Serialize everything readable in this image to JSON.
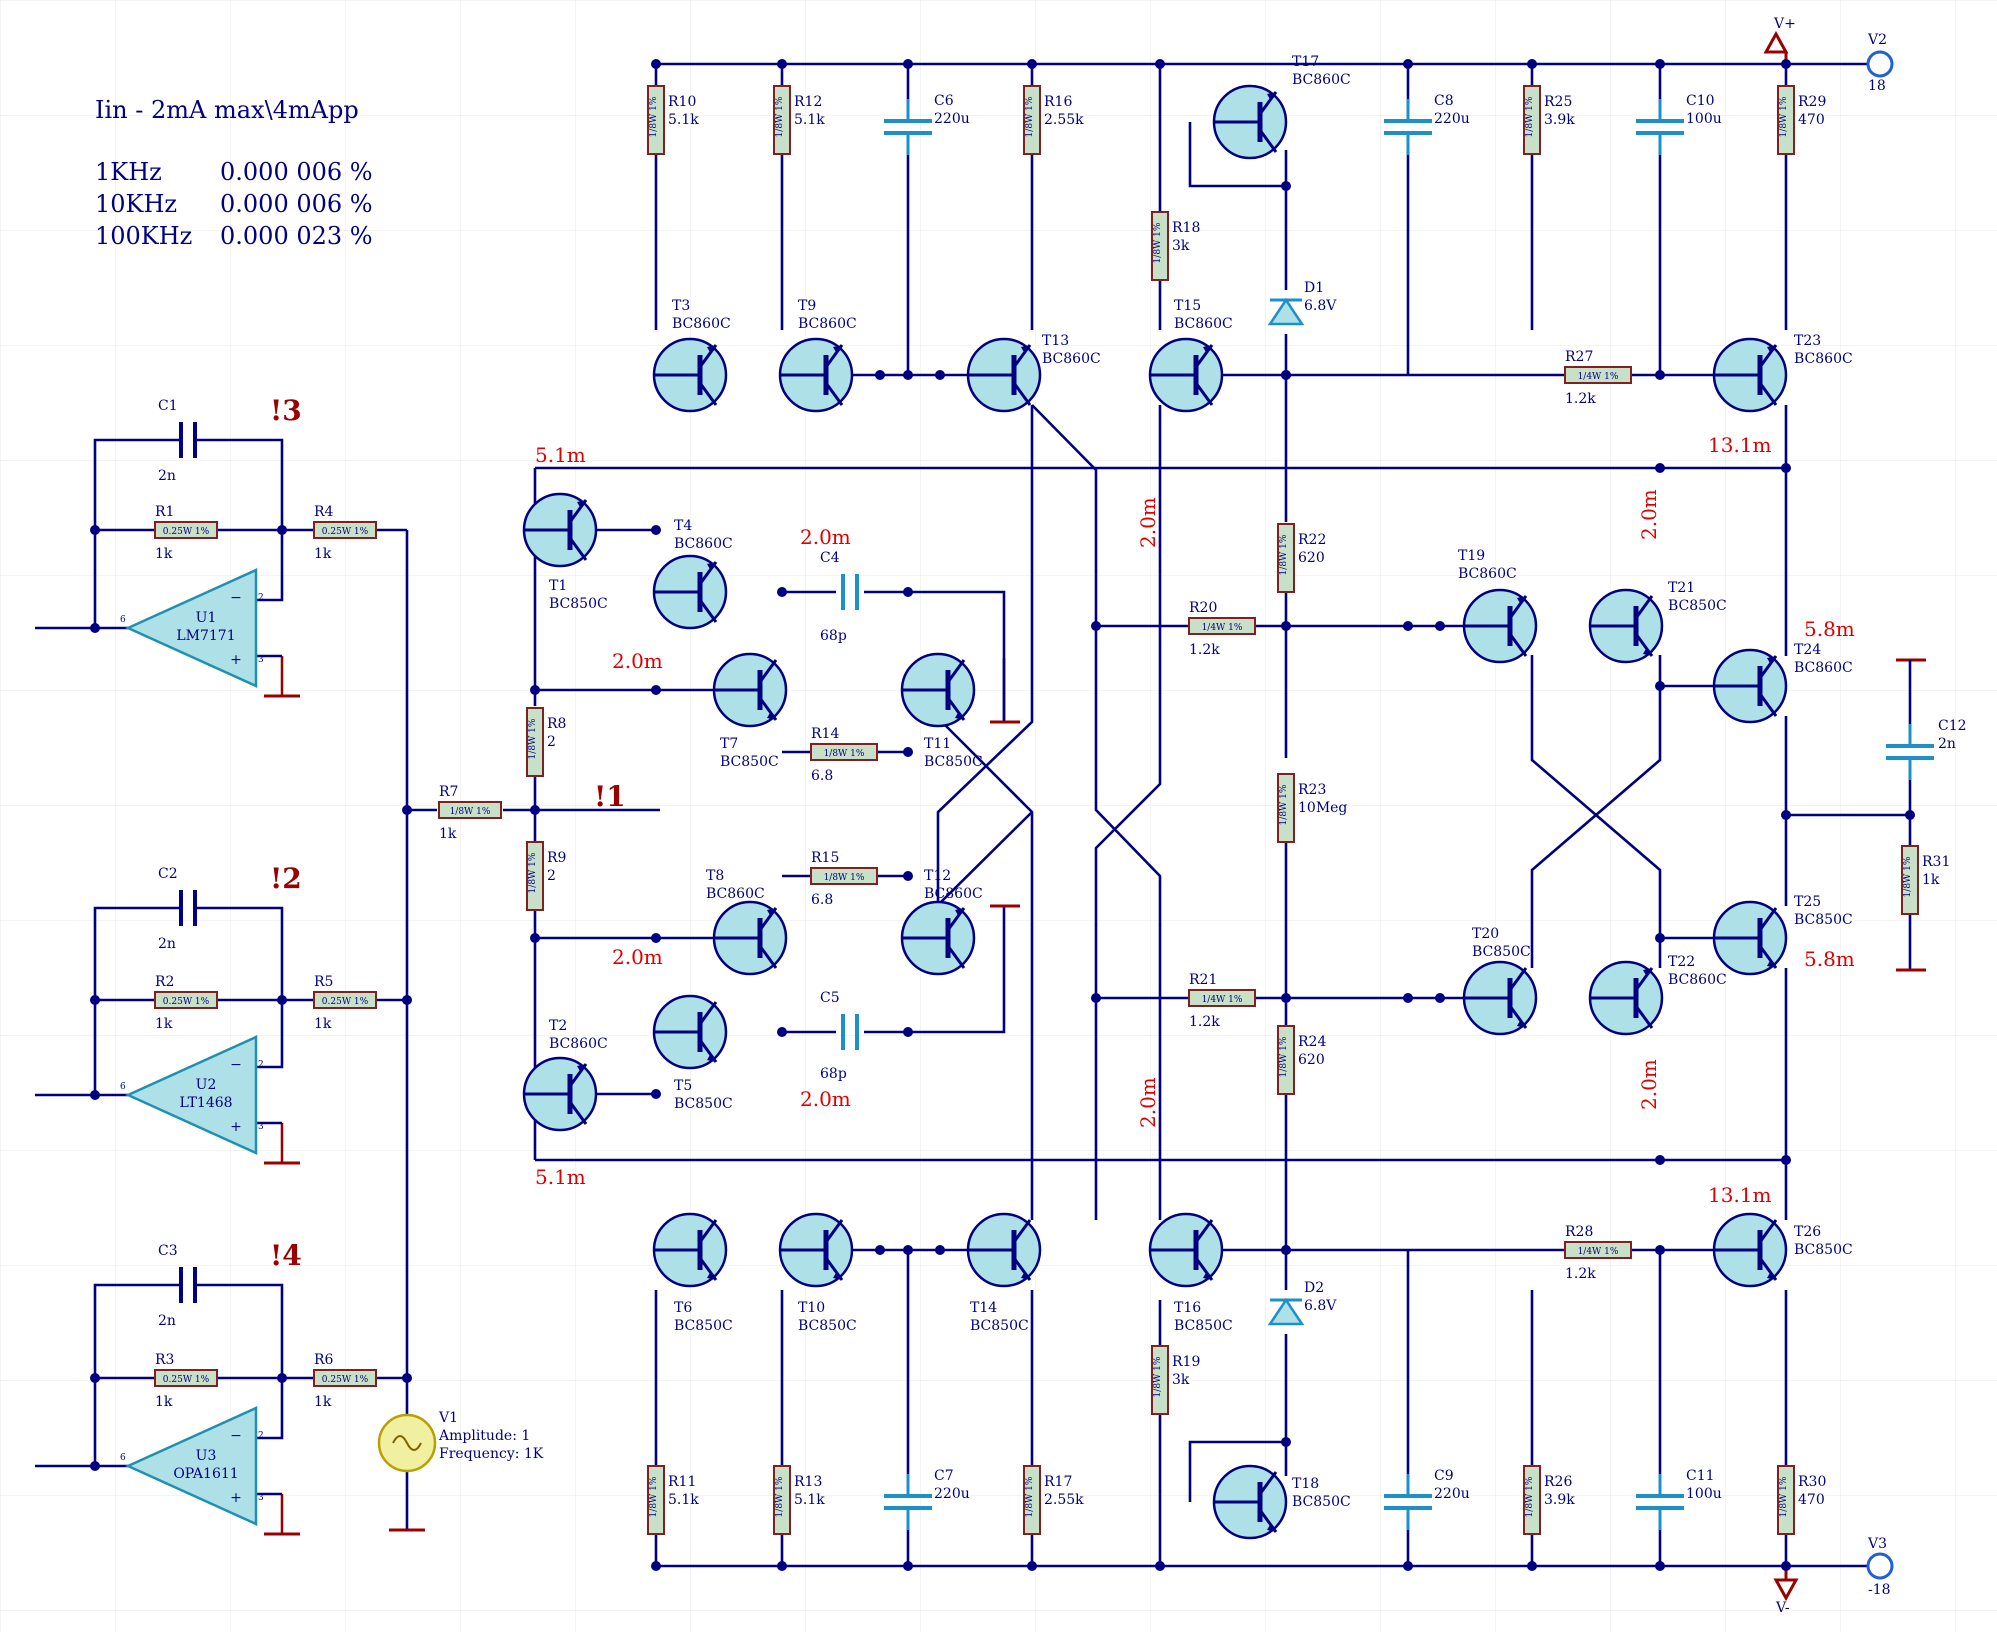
{
  "notes": {
    "line1": "Iin - 2mA max\\4mApp",
    "rows": [
      {
        "freq": "1KHz",
        "thd": "0.000 006 %"
      },
      {
        "freq": "10KHz",
        "thd": "0.000 006 %"
      },
      {
        "freq": "100KHz",
        "thd": "0.000 023 %"
      }
    ]
  },
  "probes": [
    "!1",
    "!2",
    "!3",
    "!4"
  ],
  "rails": {
    "pos": "V+",
    "neg": "V-",
    "v2": "V2",
    "v2_val": "18",
    "v3": "V3",
    "v3_val": "-18"
  },
  "opamps": [
    {
      "ref": "U1",
      "part": "LM7171"
    },
    {
      "ref": "U2",
      "part": "LT1468"
    },
    {
      "ref": "U3",
      "part": "OPA1611"
    }
  ],
  "source": {
    "ref": "V1",
    "amp": "Amplitude: 1",
    "freq": "Frequency: 1K"
  },
  "pin_labels": {
    "p2": "2",
    "p3": "3",
    "p6": "6",
    "minus": "−",
    "plus": "+"
  },
  "resistors": [
    {
      "ref": "R1",
      "val": "1k",
      "rating": "0.25W 1%"
    },
    {
      "ref": "R2",
      "val": "1k",
      "rating": "0.25W 1%"
    },
    {
      "ref": "R3",
      "val": "1k",
      "rating": "0.25W 1%"
    },
    {
      "ref": "R4",
      "val": "1k",
      "rating": "0.25W 1%"
    },
    {
      "ref": "R5",
      "val": "1k",
      "rating": "0.25W 1%"
    },
    {
      "ref": "R6",
      "val": "1k",
      "rating": "0.25W 1%"
    },
    {
      "ref": "R7",
      "val": "1k",
      "rating": "1/8W 1%"
    },
    {
      "ref": "R8",
      "val": "2",
      "rating": "1/8W 1%"
    },
    {
      "ref": "R9",
      "val": "2",
      "rating": "1/8W 1%"
    },
    {
      "ref": "R10",
      "val": "5.1k",
      "rating": "1/8W 1%"
    },
    {
      "ref": "R11",
      "val": "5.1k",
      "rating": "1/8W 1%"
    },
    {
      "ref": "R12",
      "val": "5.1k",
      "rating": "1/8W 1%"
    },
    {
      "ref": "R13",
      "val": "5.1k",
      "rating": "1/8W 1%"
    },
    {
      "ref": "R14",
      "val": "6.8",
      "rating": "1/8W 1%"
    },
    {
      "ref": "R15",
      "val": "6.8",
      "rating": "1/8W 1%"
    },
    {
      "ref": "R16",
      "val": "2.55k",
      "rating": "1/8W 1%"
    },
    {
      "ref": "R17",
      "val": "2.55k",
      "rating": "1/8W 1%"
    },
    {
      "ref": "R18",
      "val": "3k",
      "rating": "1/8W 1%"
    },
    {
      "ref": "R19",
      "val": "3k",
      "rating": "1/8W 1%"
    },
    {
      "ref": "R20",
      "val": "1.2k",
      "rating": "1/4W 1%"
    },
    {
      "ref": "R21",
      "val": "1.2k",
      "rating": "1/4W 1%"
    },
    {
      "ref": "R22",
      "val": "620",
      "rating": "1/8W 1%"
    },
    {
      "ref": "R23",
      "val": "10Meg",
      "rating": "1/8W 1%"
    },
    {
      "ref": "R24",
      "val": "620",
      "rating": "1/8W 1%"
    },
    {
      "ref": "R25",
      "val": "3.9k",
      "rating": "1/8W 1%"
    },
    {
      "ref": "R26",
      "val": "3.9k",
      "rating": "1/8W 1%"
    },
    {
      "ref": "R27",
      "val": "1.2k",
      "rating": "1/4W 1%"
    },
    {
      "ref": "R28",
      "val": "1.2k",
      "rating": "1/4W 1%"
    },
    {
      "ref": "R29",
      "val": "470",
      "rating": "1/8W 1%"
    },
    {
      "ref": "R30",
      "val": "470",
      "rating": "1/8W 1%"
    },
    {
      "ref": "R31",
      "val": "1k",
      "rating": "1/8W 1%"
    }
  ],
  "capacitors": [
    {
      "ref": "C1",
      "val": "2n"
    },
    {
      "ref": "C2",
      "val": "2n"
    },
    {
      "ref": "C3",
      "val": "2n"
    },
    {
      "ref": "C4",
      "val": "68p"
    },
    {
      "ref": "C5",
      "val": "68p"
    },
    {
      "ref": "C6",
      "val": "220u"
    },
    {
      "ref": "C7",
      "val": "220u"
    },
    {
      "ref": "C8",
      "val": "220u"
    },
    {
      "ref": "C9",
      "val": "220u"
    },
    {
      "ref": "C10",
      "val": "100u"
    },
    {
      "ref": "C11",
      "val": "100u"
    },
    {
      "ref": "C12",
      "val": "2n"
    }
  ],
  "transistors": [
    {
      "ref": "T1",
      "part": "BC850C"
    },
    {
      "ref": "T2",
      "part": "BC860C"
    },
    {
      "ref": "T3",
      "part": "BC860C"
    },
    {
      "ref": "T4",
      "part": "BC860C"
    },
    {
      "ref": "T5",
      "part": "BC850C"
    },
    {
      "ref": "T6",
      "part": "BC850C"
    },
    {
      "ref": "T7",
      "part": "BC850C"
    },
    {
      "ref": "T8",
      "part": "BC860C"
    },
    {
      "ref": "T9",
      "part": "BC860C"
    },
    {
      "ref": "T10",
      "part": "BC850C"
    },
    {
      "ref": "T11",
      "part": "BC850C"
    },
    {
      "ref": "T12",
      "part": "BC860C"
    },
    {
      "ref": "T13",
      "part": "BC860C"
    },
    {
      "ref": "T14",
      "part": "BC850C"
    },
    {
      "ref": "T15",
      "part": "BC860C"
    },
    {
      "ref": "T16",
      "part": "BC850C"
    },
    {
      "ref": "T17",
      "part": "BC860C"
    },
    {
      "ref": "T18",
      "part": "BC850C"
    },
    {
      "ref": "T19",
      "part": "BC860C"
    },
    {
      "ref": "T20",
      "part": "BC850C"
    },
    {
      "ref": "T21",
      "part": "BC850C"
    },
    {
      "ref": "T22",
      "part": "BC860C"
    },
    {
      "ref": "T23",
      "part": "BC860C"
    },
    {
      "ref": "T24",
      "part": "BC860C"
    },
    {
      "ref": "T25",
      "part": "BC850C"
    },
    {
      "ref": "T26",
      "part": "BC850C"
    }
  ],
  "diodes": [
    {
      "ref": "D1",
      "val": "6.8V"
    },
    {
      "ref": "D2",
      "val": "6.8V"
    }
  ],
  "currents": {
    "i5_1m": "5.1m",
    "i2_0m": "2.0m",
    "i13_1m": "13.1m",
    "i5_8m": "5.8m"
  },
  "colors": {
    "wire": "#000080",
    "body": "#aee0e8",
    "cap": "#1e90c8",
    "resistor_fill": "#c8e0c8",
    "resistor_border": "#802020",
    "current": "#e00000",
    "probe": "#990000",
    "grid": "#e8e8e8",
    "ground": "#990000",
    "source": "#f0f0a0"
  }
}
